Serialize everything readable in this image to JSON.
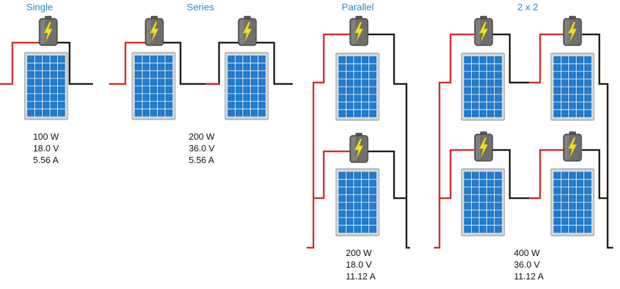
{
  "configurations": [
    {
      "id": "single",
      "title": "Single",
      "watts": "100 W",
      "volts": "18.0 V",
      "amps": "5.56 A"
    },
    {
      "id": "series",
      "title": "Series",
      "watts": "200 W",
      "volts": "36.0 V",
      "amps": "5.56 A"
    },
    {
      "id": "parallel",
      "title": "Parallel",
      "watts": "200 W",
      "volts": "18.0 V",
      "amps": "11.12 A"
    },
    {
      "id": "two-by-two",
      "title": "2 x 2",
      "watts": "400 W",
      "volts": "36.0 V",
      "amps": "11.12 A"
    }
  ],
  "colors": {
    "title_text": "#2a87c8",
    "positive_wire": "#d42a2a",
    "negative_wire": "#1a1a1a",
    "panel_cell": "#1f78c9",
    "panel_frame": "#c5c7c9",
    "battery_body": "#6e6e6e",
    "bolt": "#f2e01c"
  },
  "icons": [
    "solar-panel-icon",
    "battery-bolt-icon"
  ]
}
